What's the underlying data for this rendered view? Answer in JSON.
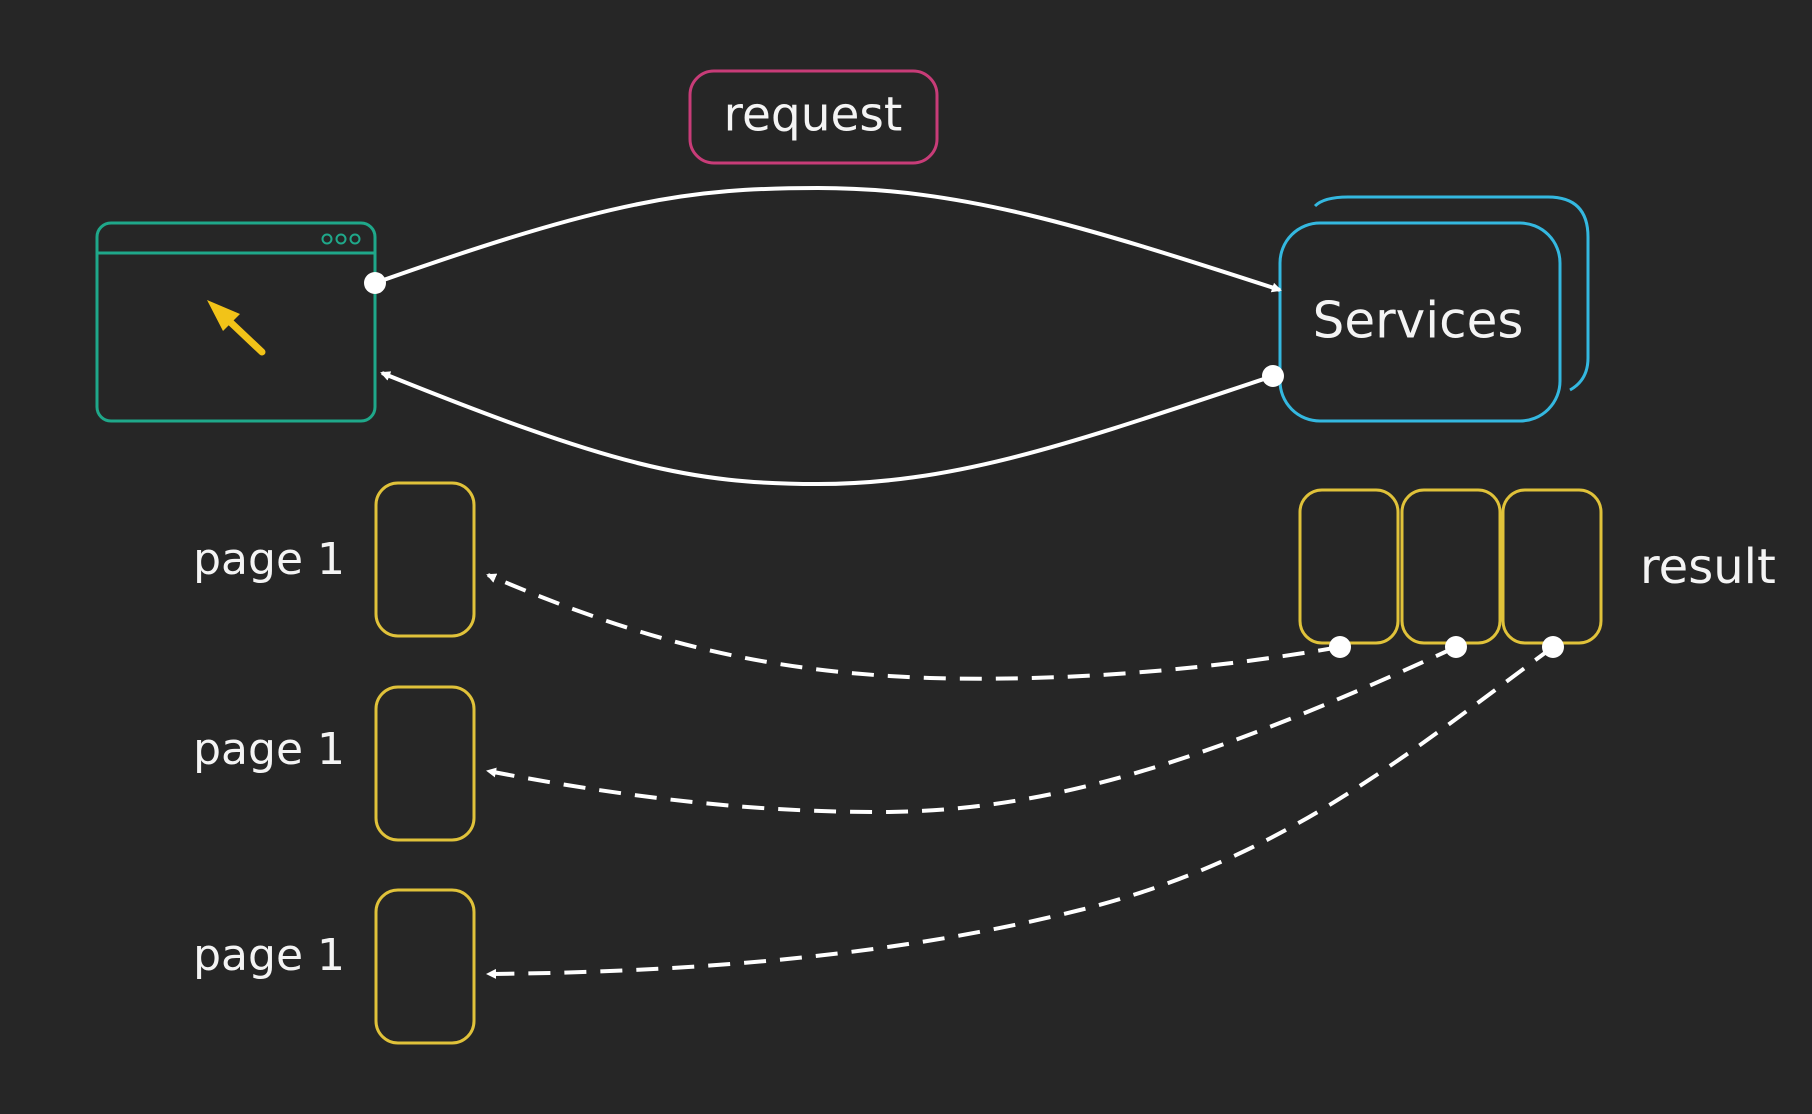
{
  "request_label": "request",
  "services_label": "Services",
  "result_label": "result",
  "page_labels": [
    "page 1",
    "page 1",
    "page 1"
  ],
  "browser_dots": "ooo",
  "colors": {
    "background": "#262626",
    "browser": "#1fa88a",
    "request": "#c83c78",
    "services": "#34b8e0",
    "pages": "#e0c23a",
    "cursor": "#f2c318",
    "arrows": "#ffffff"
  },
  "icons": {
    "cursor": "cursor-arrow-icon",
    "browser_controls": "window-dots-icon"
  }
}
